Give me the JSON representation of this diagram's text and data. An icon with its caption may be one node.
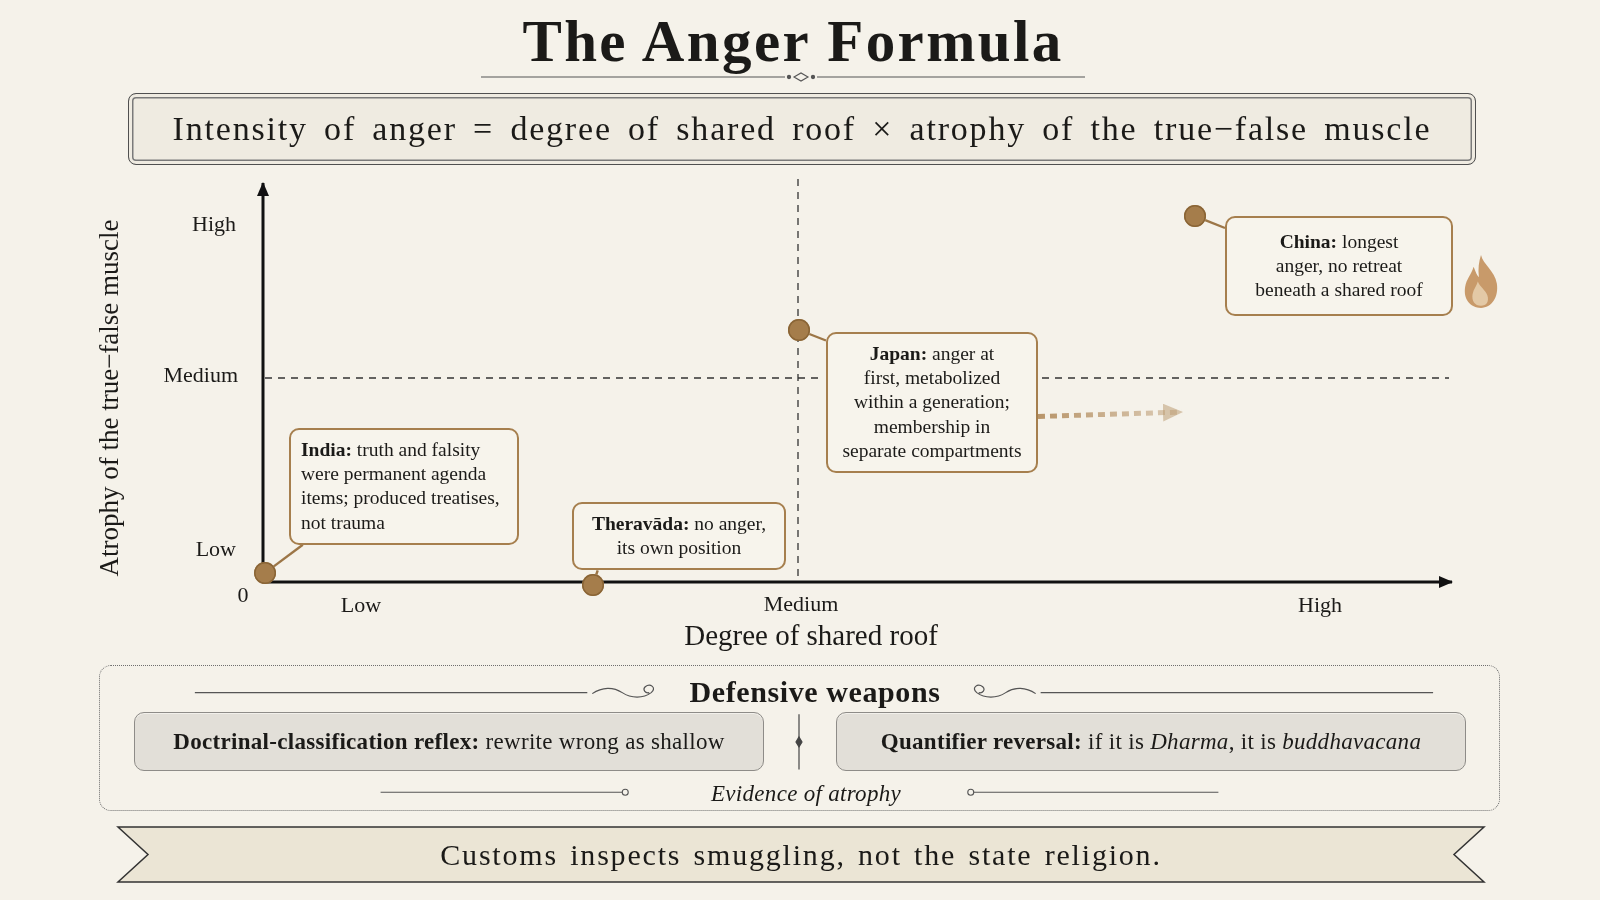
{
  "diagram": {
    "title": "The Anger Formula",
    "nodes": [
      {
        "text": [
          "Intensity of anger = degree of shared roof × atrophy of the true−false muscle"
        ]
      },
      {
        "text": [],
        "shape": "circle"
      },
      {
        "text": [
          "**China:** longest anger, no retreat beneath a shared roof"
        ]
      },
      {
        "text": [],
        "shape": "circle"
      },
      {
        "text": [
          "**Japan:** anger at first, metabolized within a generation; membership in separate compartments"
        ]
      },
      {
        "text": [
          "**India:** truth and falsity were permanent agenda items; produced treatises, not trauma"
        ]
      },
      {
        "text": [],
        "shape": "circle"
      },
      {
        "text": [
          "**Theravāda:** no anger, its own position"
        ]
      },
      {
        "text": [],
        "shape": "circle"
      },
      {
        "text": [
          "Defensive weapons",
          "Evidence of atrophy"
        ]
      },
      {
        "text": [
          "**Doctrinal-classification reflex:** rewrite wrong as shallow"
        ],
        "in": 9
      },
      {
        "text": [
          "**Quantifier reversal:** if it is *Dharma*, it is *buddhavacana*"
        ],
        "in": 9
      },
      {
        "text": [
          "Customs inspects smuggling, not the state religion."
        ]
      }
    ],
    "edges": [
      {
        "from": 1,
        "to": 2,
        "arrow": "none"
      },
      {
        "from": 3,
        "to": 4,
        "arrow": "none"
      },
      {
        "from": 6,
        "to": 5,
        "arrow": "none"
      },
      {
        "from": 8,
        "to": 7,
        "arrow": "none"
      },
      {
        "from": 4,
        "to": null,
        "arrow": "to",
        "style": "dashed",
        "color": "#b8956a"
      }
    ],
    "labels": [
      "Atrophy of the true−false muscle",
      "High",
      "Medium",
      "Low",
      "0",
      "Low",
      "Medium",
      "High",
      "Degree of shared roof"
    ]
  }
}
